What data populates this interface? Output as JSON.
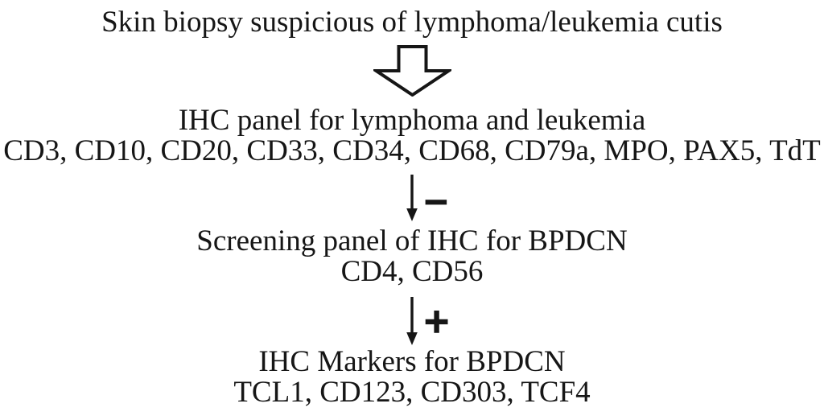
{
  "flowchart": {
    "start": "Skin biopsy suspicious of lymphoma/leukemia cutis",
    "steps": [
      {
        "title": "IHC panel for lymphoma and leukemia",
        "markers": "CD3, CD10, CD20, CD33, CD34, CD68, CD79a, MPO, PAX5, TdT",
        "connector_label": ""
      },
      {
        "title": "Screening panel of IHC for BPDCN",
        "markers": "CD4, CD56",
        "connector_label": "−"
      },
      {
        "title": "IHC Markers for BPDCN",
        "markers": "TCL1, CD123, CD303, TCF4",
        "connector_label": "+"
      }
    ]
  },
  "colors": {
    "background": "#ffffff",
    "text": "#161616",
    "arrow_stroke": "#161616",
    "block_arrow_fill": "#ffffff"
  }
}
